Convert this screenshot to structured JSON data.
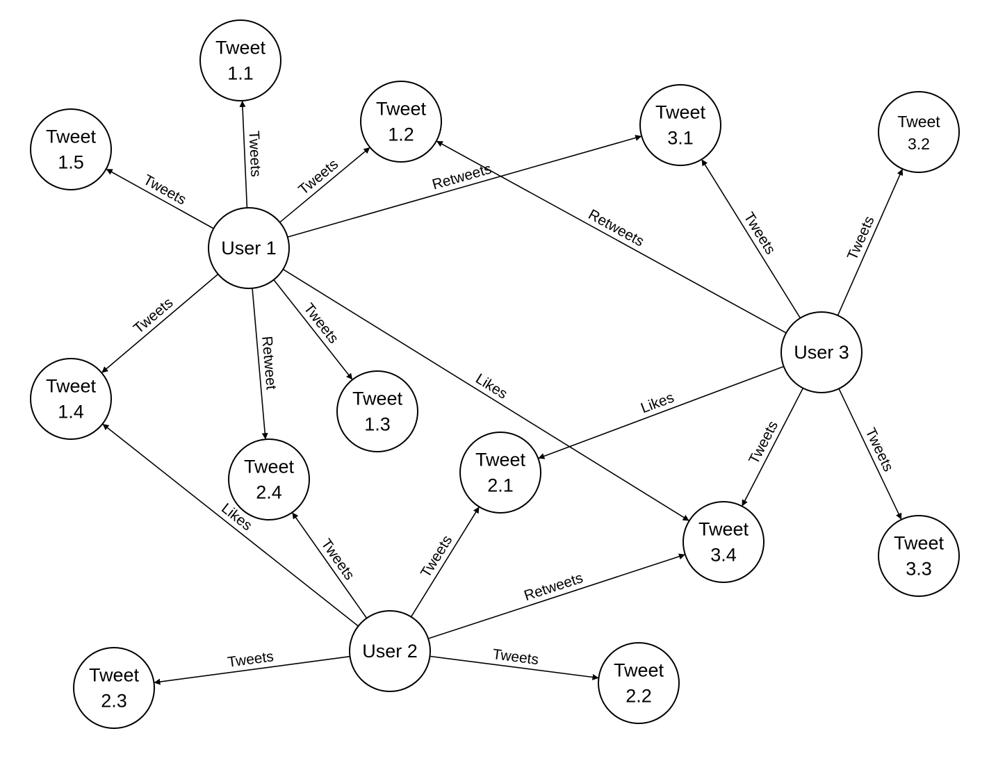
{
  "diagram": {
    "nodes": [
      {
        "id": "u1",
        "lines": [
          "User 1"
        ]
      },
      {
        "id": "u2",
        "lines": [
          "User 2"
        ]
      },
      {
        "id": "u3",
        "lines": [
          "User 3"
        ]
      },
      {
        "id": "t11",
        "lines": [
          "Tweet",
          "1.1"
        ]
      },
      {
        "id": "t12",
        "lines": [
          "Tweet",
          "1.2"
        ]
      },
      {
        "id": "t13",
        "lines": [
          "Tweet",
          "1.3"
        ]
      },
      {
        "id": "t14",
        "lines": [
          "Tweet",
          "1.4"
        ]
      },
      {
        "id": "t15",
        "lines": [
          "Tweet",
          "1.5"
        ]
      },
      {
        "id": "t21",
        "lines": [
          "Tweet",
          "2.1"
        ]
      },
      {
        "id": "t22",
        "lines": [
          "Tweet",
          "2.2"
        ]
      },
      {
        "id": "t23",
        "lines": [
          "Tweet",
          "2.3"
        ]
      },
      {
        "id": "t24",
        "lines": [
          "Tweet",
          "2.4"
        ]
      },
      {
        "id": "t31",
        "lines": [
          "Tweet",
          "3.1"
        ]
      },
      {
        "id": "t32",
        "lines": [
          "Tweet",
          "3.2"
        ]
      },
      {
        "id": "t33",
        "lines": [
          "Tweet",
          "3.3"
        ]
      },
      {
        "id": "t34",
        "lines": [
          "Tweet",
          "3.4"
        ]
      }
    ],
    "edges": [
      {
        "from": "u1",
        "to": "t11",
        "label": "Tweets"
      },
      {
        "from": "u1",
        "to": "t12",
        "label": "Tweets"
      },
      {
        "from": "u1",
        "to": "t15",
        "label": "Tweets"
      },
      {
        "from": "u1",
        "to": "t31",
        "label": "Retweets"
      },
      {
        "from": "u1",
        "to": "t14",
        "label": "Tweets"
      },
      {
        "from": "u1",
        "to": "t24",
        "label": "Retweet"
      },
      {
        "from": "u1",
        "to": "t13",
        "label": "Tweets"
      },
      {
        "from": "u1",
        "to": "t34",
        "label": "Likes"
      },
      {
        "from": "u3",
        "to": "t12",
        "label": "Retweets"
      },
      {
        "from": "u3",
        "to": "t31",
        "label": "Tweets"
      },
      {
        "from": "u3",
        "to": "t32",
        "label": "Tweets"
      },
      {
        "from": "u3",
        "to": "t21",
        "label": "Likes"
      },
      {
        "from": "u3",
        "to": "t34",
        "label": "Tweets"
      },
      {
        "from": "u3",
        "to": "t33",
        "label": "Tweets"
      },
      {
        "from": "u2",
        "to": "t14",
        "label": "Likes"
      },
      {
        "from": "u2",
        "to": "t24",
        "label": "Tweets"
      },
      {
        "from": "u2",
        "to": "t21",
        "label": "Tweets"
      },
      {
        "from": "u2",
        "to": "t34",
        "label": "Retweets"
      },
      {
        "from": "u2",
        "to": "t22",
        "label": "Tweets"
      },
      {
        "from": "u2",
        "to": "t23",
        "label": "Tweets"
      }
    ]
  }
}
